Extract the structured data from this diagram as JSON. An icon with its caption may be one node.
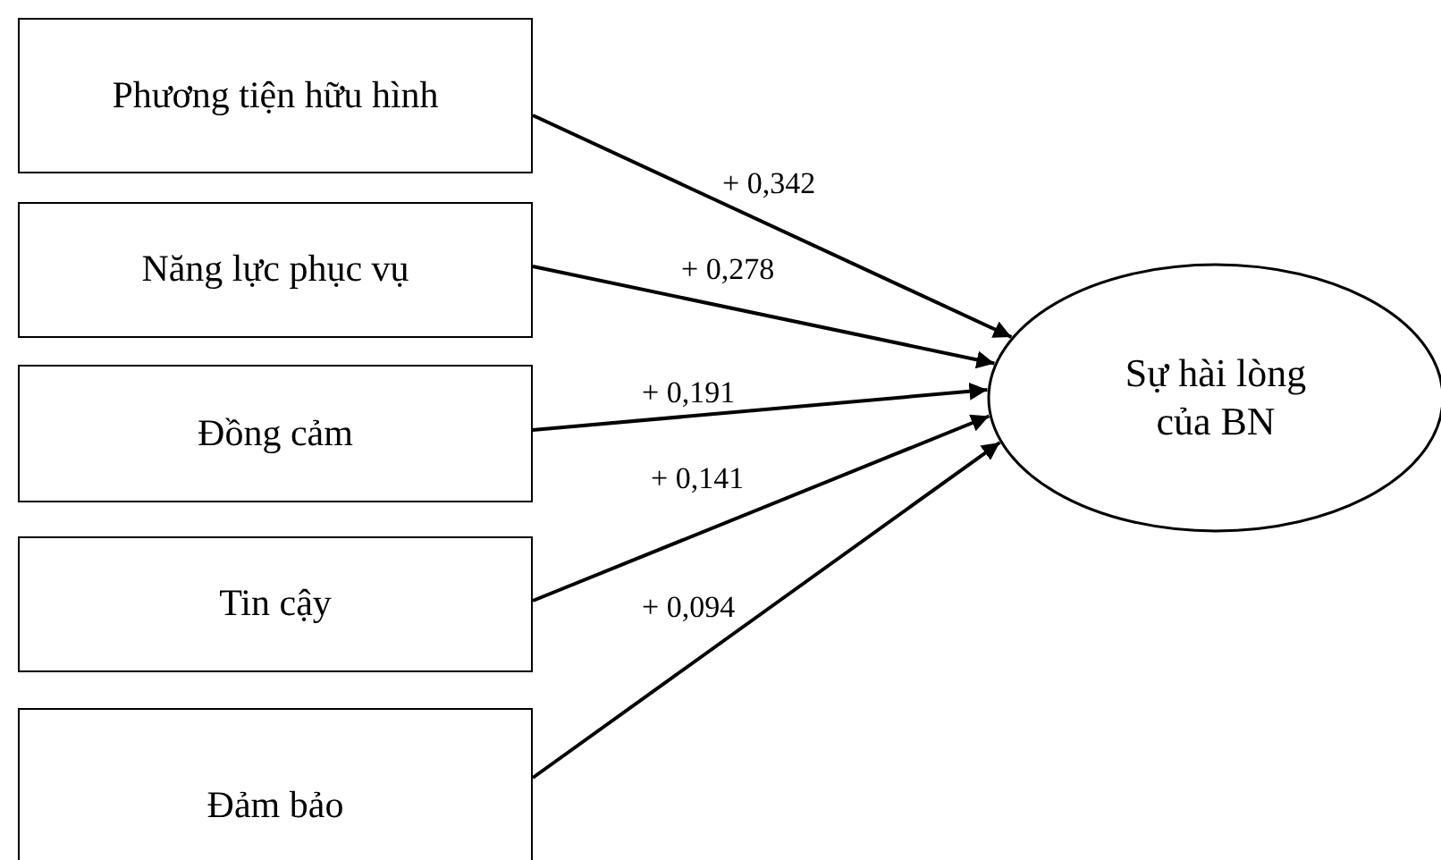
{
  "diagram": {
    "nodes": [
      {
        "text": [
          "Phương tiện hữu hình"
        ]
      },
      {
        "text": [
          "Năng lực phục vụ"
        ]
      },
      {
        "text": [
          "Đồng cảm"
        ]
      },
      {
        "text": [
          "Tin cậy"
        ]
      },
      {
        "text": [
          "Đảm bảo"
        ]
      },
      {
        "text": [
          "Sự hài lòng của BN"
        ]
      }
    ],
    "edges": [
      {
        "from": 0,
        "to": 5,
        "arrow": "to",
        "label": "+ 0,342"
      },
      {
        "from": 1,
        "to": 5,
        "arrow": "to",
        "label": "+ 0,278"
      },
      {
        "from": 2,
        "to": 5,
        "arrow": "to",
        "label": "+ 0,191"
      },
      {
        "from": 3,
        "to": 5,
        "arrow": "to",
        "label": "+ 0,141"
      },
      {
        "from": 4,
        "to": 5,
        "arrow": "to",
        "label": "+ 0,094"
      }
    ]
  }
}
